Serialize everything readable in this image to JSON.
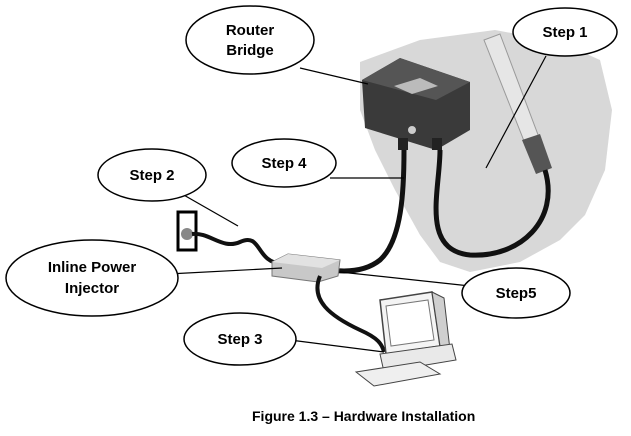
{
  "labels": {
    "router_bridge_line1": "Router",
    "router_bridge_line2": "Bridge",
    "step1": "Step 1",
    "step2": "Step 2",
    "step3": "Step 3",
    "step4": "Step 4",
    "step5": "Step5",
    "injector_line1": "Inline Power",
    "injector_line2": "Injector"
  },
  "caption": "Figure 1.3 – Hardware Installation",
  "colors": {
    "background": "#ffffff",
    "photo_shadow": "#d6d6d6",
    "cable": "#111111",
    "device": "#3a3a3a"
  }
}
